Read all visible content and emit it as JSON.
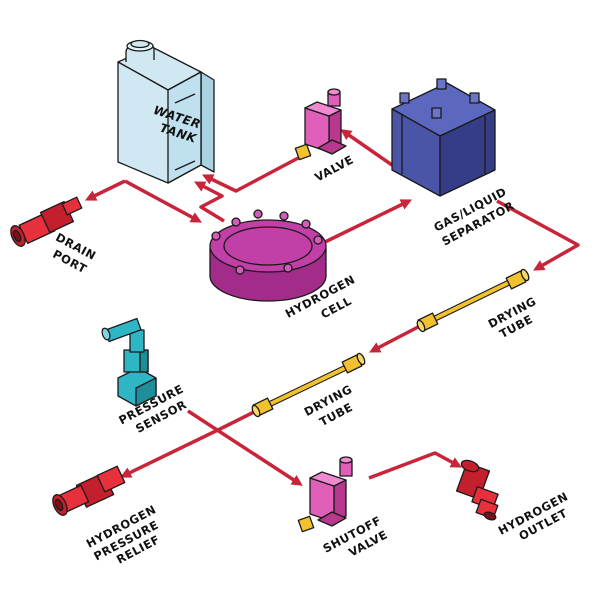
{
  "labels": {
    "water_tank_line1": "WATER",
    "water_tank_line2": "TANK",
    "valve": "VALVE",
    "separator_line1": "GAS/LIQUID",
    "separator_line2": "SEPARATOR",
    "drain_line1": "DRAIN",
    "drain_line2": "PORT",
    "cell_line1": "HYDROGEN",
    "cell_line2": "CELL",
    "drying_tube_1_line1": "DRYING",
    "drying_tube_1_line2": "TUBE",
    "drying_tube_2_line1": "DRYING",
    "drying_tube_2_line2": "TUBE",
    "pressure_sensor_line1": "PRESSURE",
    "pressure_sensor_line2": "SENSOR",
    "relief_line1": "HYDROGEN",
    "relief_line2": "PRESSURE",
    "relief_line3": "RELIEF",
    "shutoff_line1": "SHUTOFF",
    "shutoff_line2": "VALVE",
    "outlet_line1": "HYDROGEN",
    "outlet_line2": "OUTLET"
  },
  "colors": {
    "pipe": "#c8243a",
    "water_tank": "#cfe8f2",
    "valve": "#e05fb8",
    "separator": "#4a55a8",
    "hydrogen_cell": "#c13fa6",
    "drying_tube": "#f2c12e",
    "pressure_sensor": "#2eb6c4",
    "fitting_red": "#e8303c"
  }
}
